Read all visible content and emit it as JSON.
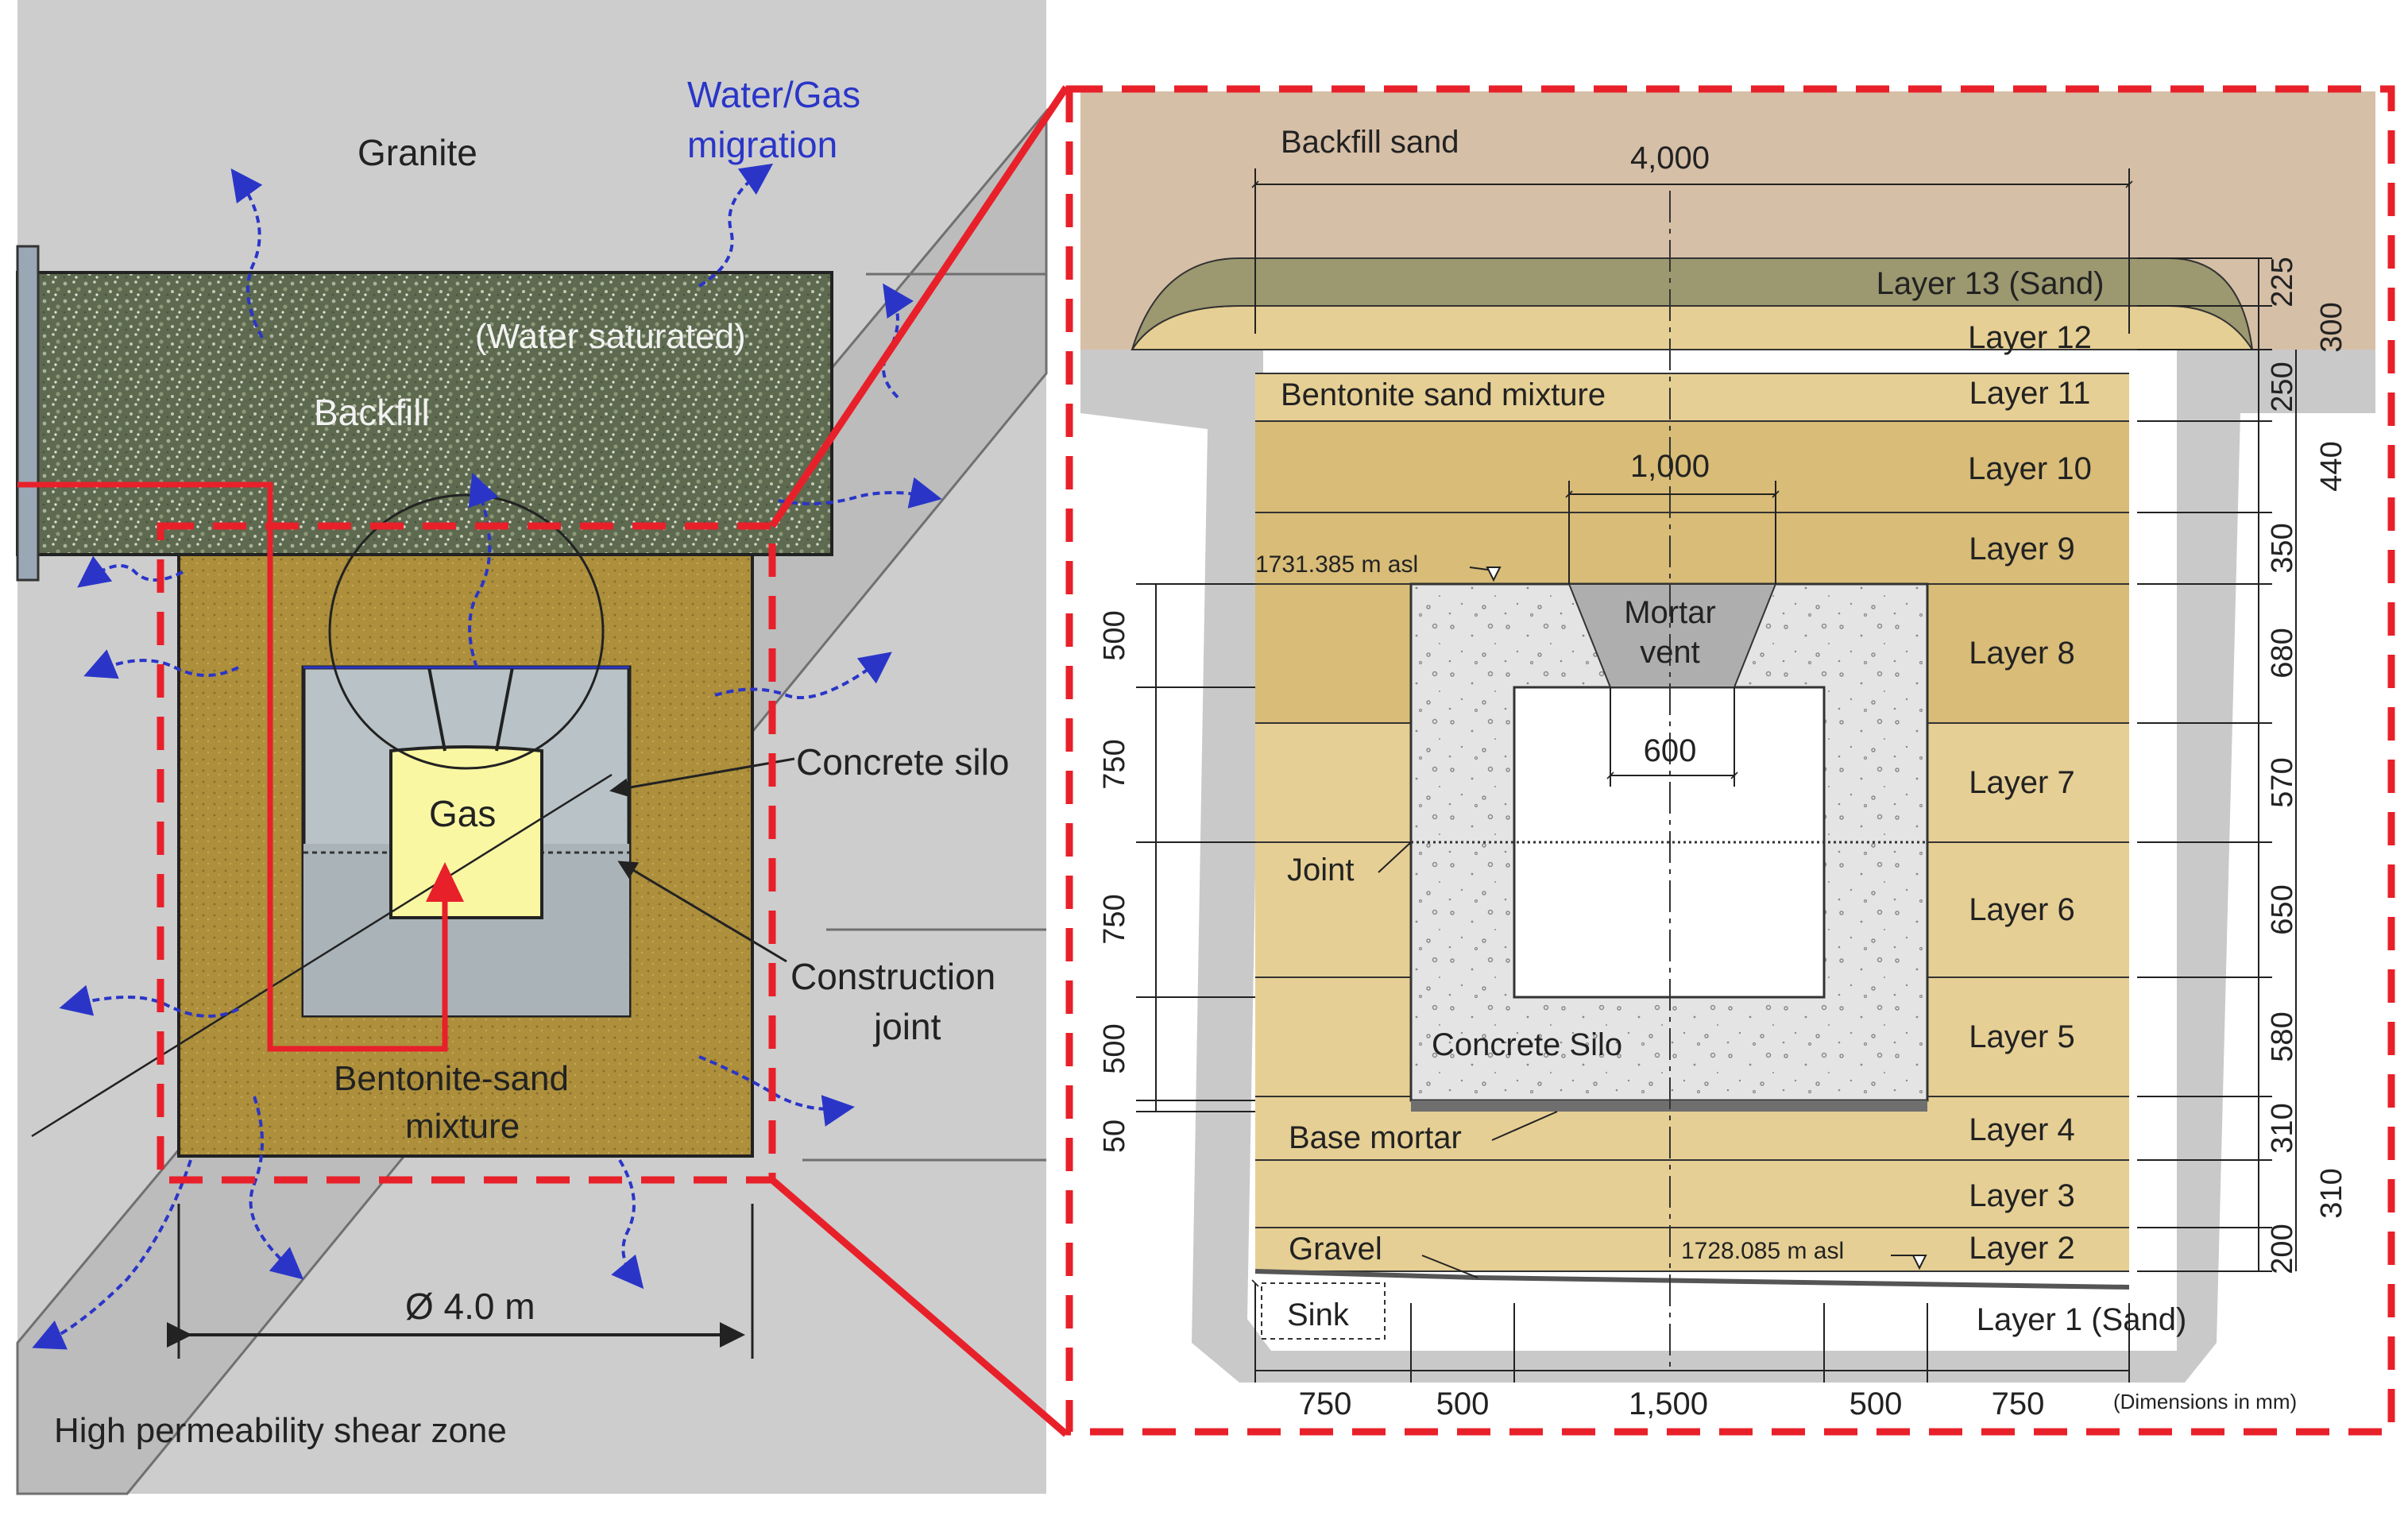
{
  "left_panel": {
    "labels": {
      "granite": "Granite",
      "migration_line1": "Water/Gas",
      "migration_line2": "migration",
      "water_saturated": "(Water saturated)",
      "backfill": "Backfill",
      "concrete_silo": "Concrete silo",
      "gas": "Gas",
      "construction_joint_line1": "Construction",
      "construction_joint_line2": "joint",
      "bentonite_line1": "Bentonite-sand",
      "bentonite_line2": "mixture",
      "diameter": "Ø 4.0 m",
      "shear_zone": "High permeability shear zone"
    }
  },
  "right_panel": {
    "labels": {
      "backfill_sand": "Backfill sand",
      "bentonite_sand_mixture": "Bentonite sand mixture",
      "mortar_line1": "Mortar",
      "mortar_line2": "vent",
      "joint": "Joint",
      "concrete_silo": "Concrete Silo",
      "base_mortar": "Base mortar",
      "gravel": "Gravel",
      "sink": "Sink",
      "elevation_top": "1731.385 m asl",
      "elevation_bottom": "1728.085 m asl",
      "units_note": "(Dimensions in mm)"
    },
    "layers": [
      "Layer 13 (Sand)",
      "Layer 12",
      "Layer 11",
      "Layer 10",
      "Layer 9",
      "Layer 8",
      "Layer 7",
      "Layer 6",
      "Layer 5",
      "Layer 4",
      "Layer 3",
      "Layer 2",
      "Layer 1 (Sand)"
    ],
    "dimensions": {
      "top_width": "4,000",
      "vent_top_width": "1,000",
      "vent_bottom_width": "600",
      "bottom_segments": [
        "750",
        "500",
        "1,500",
        "500",
        "750"
      ],
      "left_vertical": [
        "500",
        "750",
        "750",
        "500",
        "50"
      ],
      "right_vertical": [
        "225",
        "300",
        "250",
        "440",
        "350",
        "680",
        "570",
        "650",
        "580",
        "310",
        "310",
        "200"
      ]
    }
  },
  "colors": {
    "highlight_red": "#e8202a",
    "migration_blue": "#2a35c8",
    "backfill_sand": "#d6bfa7",
    "layer_light": "#e6cf94",
    "layer_dark": "#d8bc77",
    "layer13": "#9c9870"
  }
}
